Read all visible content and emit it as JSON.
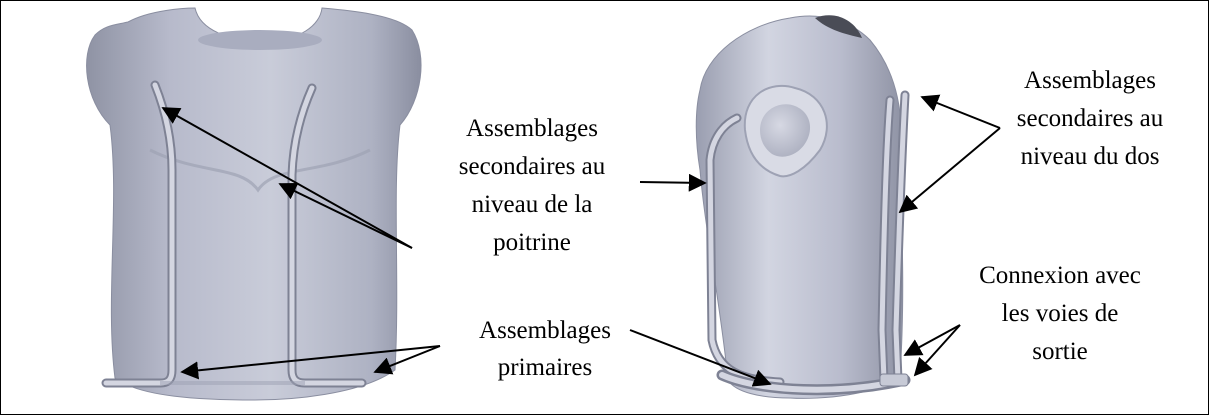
{
  "labels": {
    "chest_secondary": [
      "Assemblages",
      "secondaires au",
      "niveau de la",
      "poitrine"
    ],
    "primary": [
      "Assemblages",
      "primaires"
    ],
    "back_secondary": [
      "Assemblages",
      "secondaires au",
      "niveau du dos"
    ],
    "exit_connection": [
      "Connexion avec",
      "les voies de",
      "sortie"
    ]
  },
  "colors": {
    "torso": "#b9bccb",
    "torso_shadow": "#8f93a4",
    "tube": "#c7cad6",
    "tube_edge": "#7e8294",
    "text": "#000000"
  }
}
